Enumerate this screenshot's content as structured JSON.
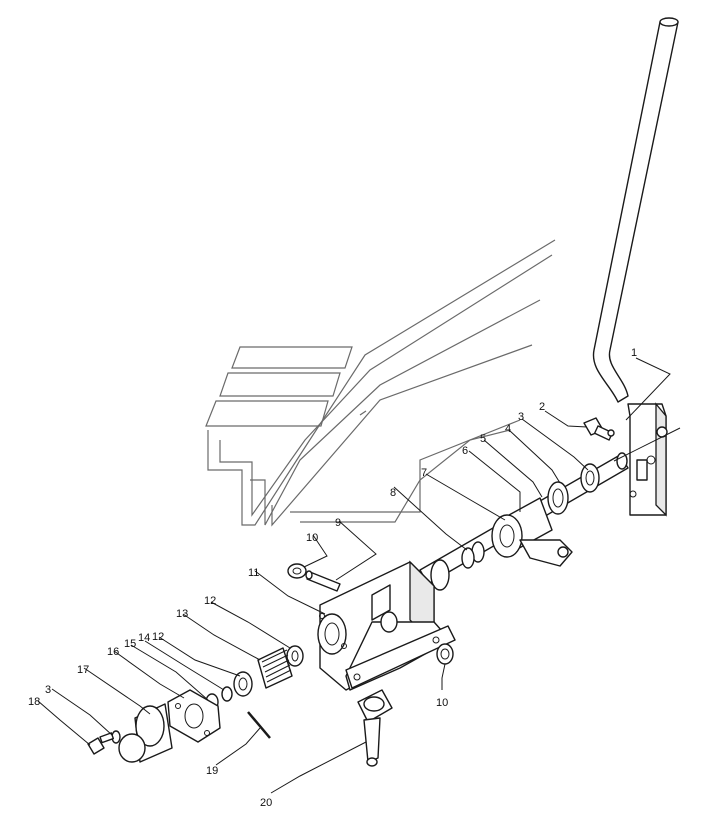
{
  "callouts": {
    "c1": "1",
    "c2": "2",
    "c3a": "3",
    "c4": "4",
    "c5": "5",
    "c6": "6",
    "c7": "7",
    "c8": "8",
    "c9": "9",
    "c10a": "10",
    "c10b": "10",
    "c11": "11",
    "c12a": "12",
    "c12b": "12",
    "c13": "13",
    "c14": "14",
    "c15": "15",
    "c16": "16",
    "c17": "17",
    "c3b": "3",
    "c18": "18",
    "c19": "19",
    "c20": "20"
  },
  "colors": {
    "line": "#1a1a1a",
    "watermark": "#6a6a6a",
    "background": "#ffffff"
  }
}
